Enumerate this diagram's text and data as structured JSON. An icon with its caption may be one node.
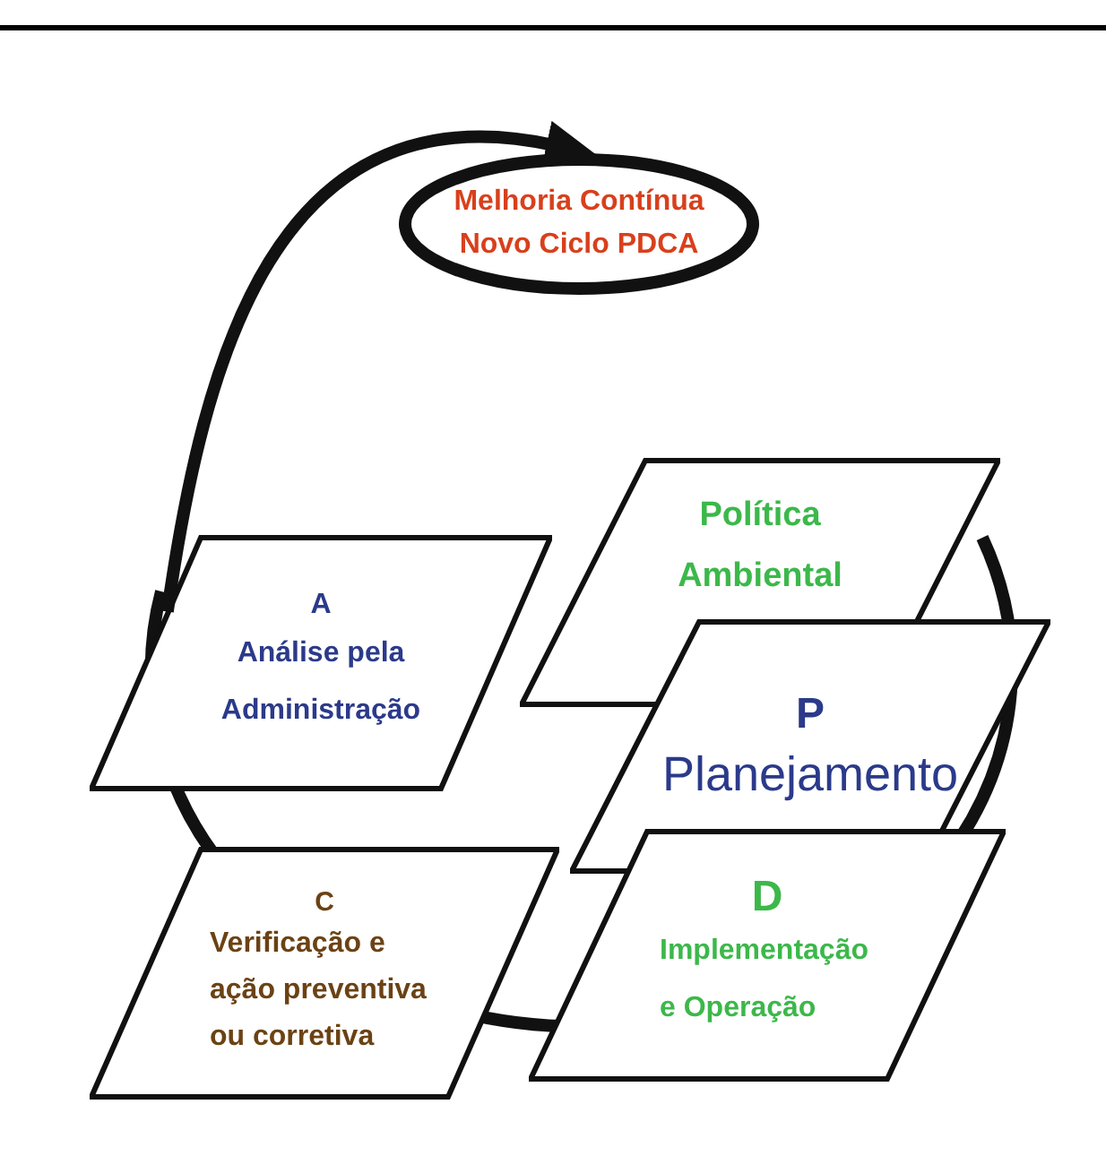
{
  "diagram": {
    "nodes": [
      {
        "text": [
          "Melhoria Contínua Novo Ciclo PDCA"
        ]
      },
      {
        "text": [
          "A",
          "Análise pela Administração"
        ]
      },
      {
        "text": [
          "Política Ambiental"
        ]
      },
      {
        "text": [
          "P",
          "Planejamento"
        ]
      },
      {
        "text": [
          "C",
          "Verificação e ação preventiva ou corretiva"
        ]
      },
      {
        "text": [
          "D",
          "Implementação e Operação"
        ]
      }
    ],
    "edges": [
      {
        "from": 1,
        "to": 0,
        "arrow": "to"
      }
    ]
  }
}
